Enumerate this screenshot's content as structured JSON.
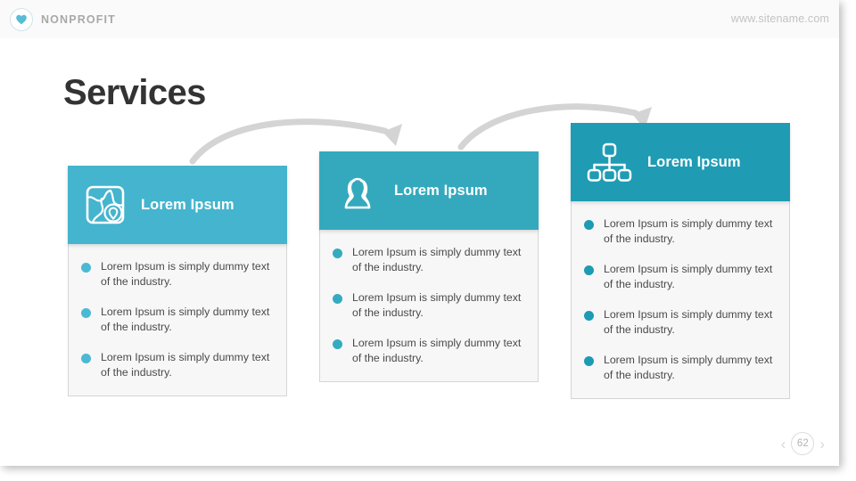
{
  "header": {
    "logo_icon": "heart-icon",
    "brand": "NONPROFIT",
    "url": "www.sitename.com"
  },
  "title": "Services",
  "colors": {
    "card1_header": "#45b4ce",
    "card2_header": "#34a9bd",
    "card3_header": "#1f9cb4",
    "card1_bullet": "#4cb9d4",
    "card2_bullet": "#35abc0",
    "card3_bullet": "#1d9bb2",
    "card_body_bg": "#f7f7f7",
    "card_border": "#d5d5d5",
    "title_color": "#333333",
    "arrow_color": "#d4d4d4",
    "topbar_bg": "#fafafa"
  },
  "cards": [
    {
      "icon": "map-icon",
      "heading": "Lorem Ipsum",
      "bullets": [
        "Lorem Ipsum is simply dummy text of the industry.",
        "Lorem Ipsum is simply dummy text of the industry.",
        "Lorem Ipsum is simply dummy text of the industry."
      ]
    },
    {
      "icon": "group-people-icon",
      "heading": "Lorem Ipsum",
      "bullets": [
        "Lorem Ipsum is simply dummy text of the industry.",
        "Lorem Ipsum is simply dummy text of the industry.",
        "Lorem Ipsum is simply dummy text of the industry."
      ]
    },
    {
      "icon": "org-chart-icon",
      "heading": "Lorem Ipsum",
      "bullets": [
        "Lorem Ipsum is simply dummy text of the industry.",
        "Lorem Ipsum is simply dummy text of the industry.",
        "Lorem Ipsum is simply dummy text of the industry.",
        "Lorem Ipsum is simply dummy text of the industry."
      ]
    }
  ],
  "pager": {
    "prev": "‹",
    "page": "62",
    "next": "›"
  }
}
